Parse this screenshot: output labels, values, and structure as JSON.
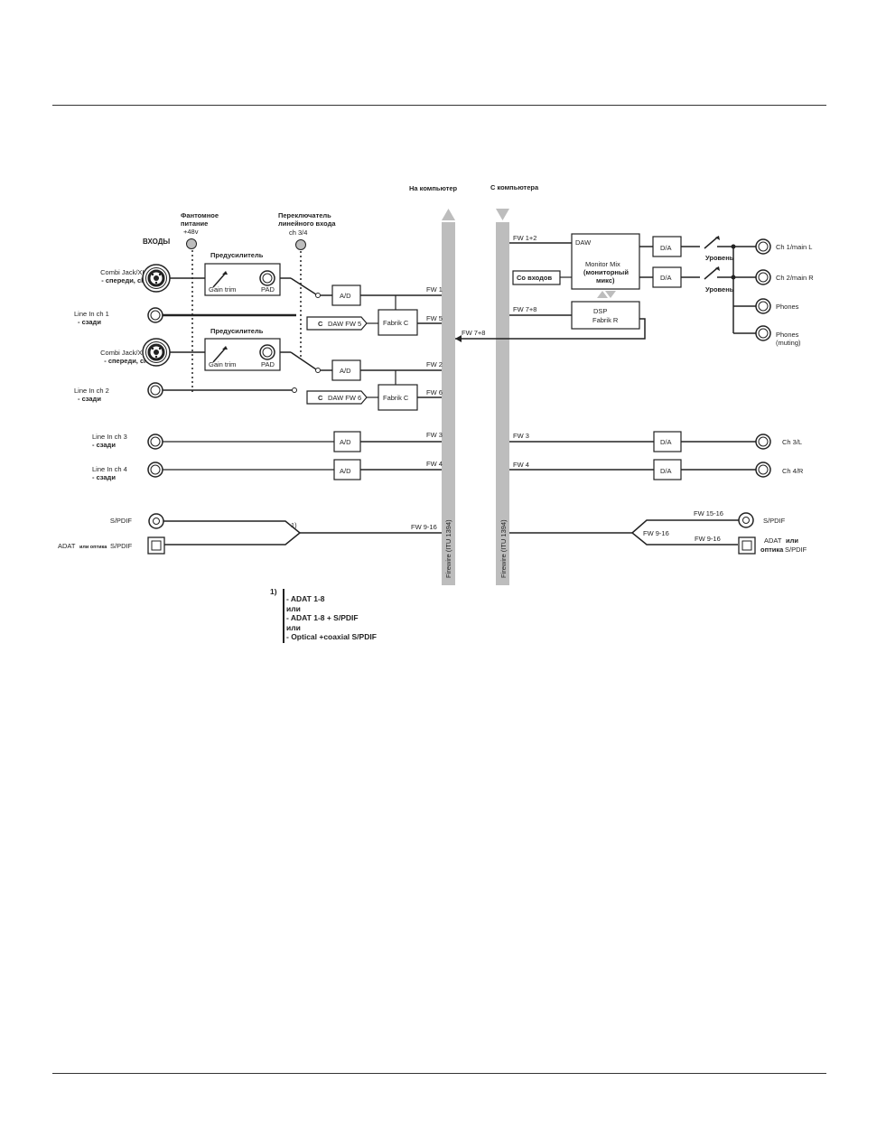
{
  "header_rule": "",
  "diagram": {
    "to_computer": "На компьютер",
    "from_computer": "С компьютера",
    "phantom": [
      "Фантомное",
      "питание",
      "+48v"
    ],
    "line_switch": [
      "Переключатель",
      "линейного входа",
      "ch 3/4"
    ],
    "inputs_title": "ВХОДЫ",
    "inputs": {
      "combi1": [
        "Combi Jack/XLR",
        "- спереди, ch 1"
      ],
      "line1": [
        "Line In ch 1",
        "- сзади"
      ],
      "combi2": [
        "Combi Jack/XLR",
        "- спереди, ch 2"
      ],
      "line2": [
        "Line In ch 2",
        "- сзади"
      ],
      "line3": [
        "Line In ch 3",
        "- сзади"
      ],
      "line4": [
        "Line In ch 4",
        "- сзади"
      ],
      "spdif": "S/PDIF",
      "adat": [
        "ADAT",
        "или оптика",
        "S/PDIF"
      ]
    },
    "preamp": "Предусилитель",
    "gain_trim": "Gain trim",
    "pad": "PAD",
    "ad": "A/D",
    "da": "D/A",
    "fabrik_c": "Fabrik C",
    "daw_fw5": [
      "C",
      "DAW FW 5"
    ],
    "daw_fw6": [
      "C",
      "DAW FW 6"
    ],
    "fw_left": [
      "FW 1",
      "FW 5",
      "FW 2",
      "FW 6",
      "FW 3",
      "FW 4",
      "FW 9-16"
    ],
    "fw_right": [
      "FW 1+2",
      "FW 7+8",
      "FW 7+8",
      "FW 3",
      "FW 4",
      "FW 15-16",
      "FW 9-16",
      "FW 9-16"
    ],
    "footnote_marker": "1)",
    "daw": "DAW",
    "monitor_mix": [
      "Monitor Mix",
      "(мониторный",
      "микс)"
    ],
    "from_inputs": "Со входов",
    "dsp": [
      "DSP",
      "Fabrik R"
    ],
    "level": "Уровень",
    "outputs": {
      "ch1": "Ch 1/main L",
      "ch2": "Ch 2/main R",
      "phones": "Phones",
      "phones_muting": [
        "Phones",
        "(muting)"
      ],
      "ch3": "Ch 3/L",
      "ch4": "Ch 4/R",
      "spdif": "S/PDIF",
      "adat": [
        "ADAT",
        "или",
        "оптика",
        "S/PDIF"
      ]
    },
    "firewire_label": "Firewire (ITU 1394)"
  },
  "footnote": {
    "number": "1)",
    "lines": [
      "- ADAT 1-8",
      "или",
      "- ADAT 1-8 + S/PDIF",
      "или",
      "- Optical +coaxial S/PDIF"
    ]
  }
}
